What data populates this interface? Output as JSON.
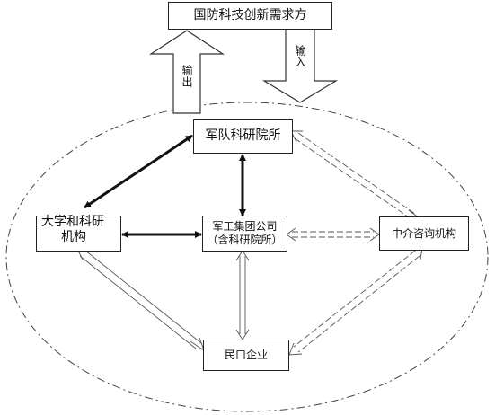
{
  "nodes": {
    "demand": "国防科技创新需求方",
    "military": "军队科研院所",
    "university_line1": "大学和科研",
    "university_line2": "机构",
    "group_line1": "军工集团公司",
    "group_line2": "（含科研院所）",
    "consult": "中介咨询机构",
    "private": "民口企业"
  },
  "arrows": {
    "output": "输出",
    "input": "输入"
  }
}
